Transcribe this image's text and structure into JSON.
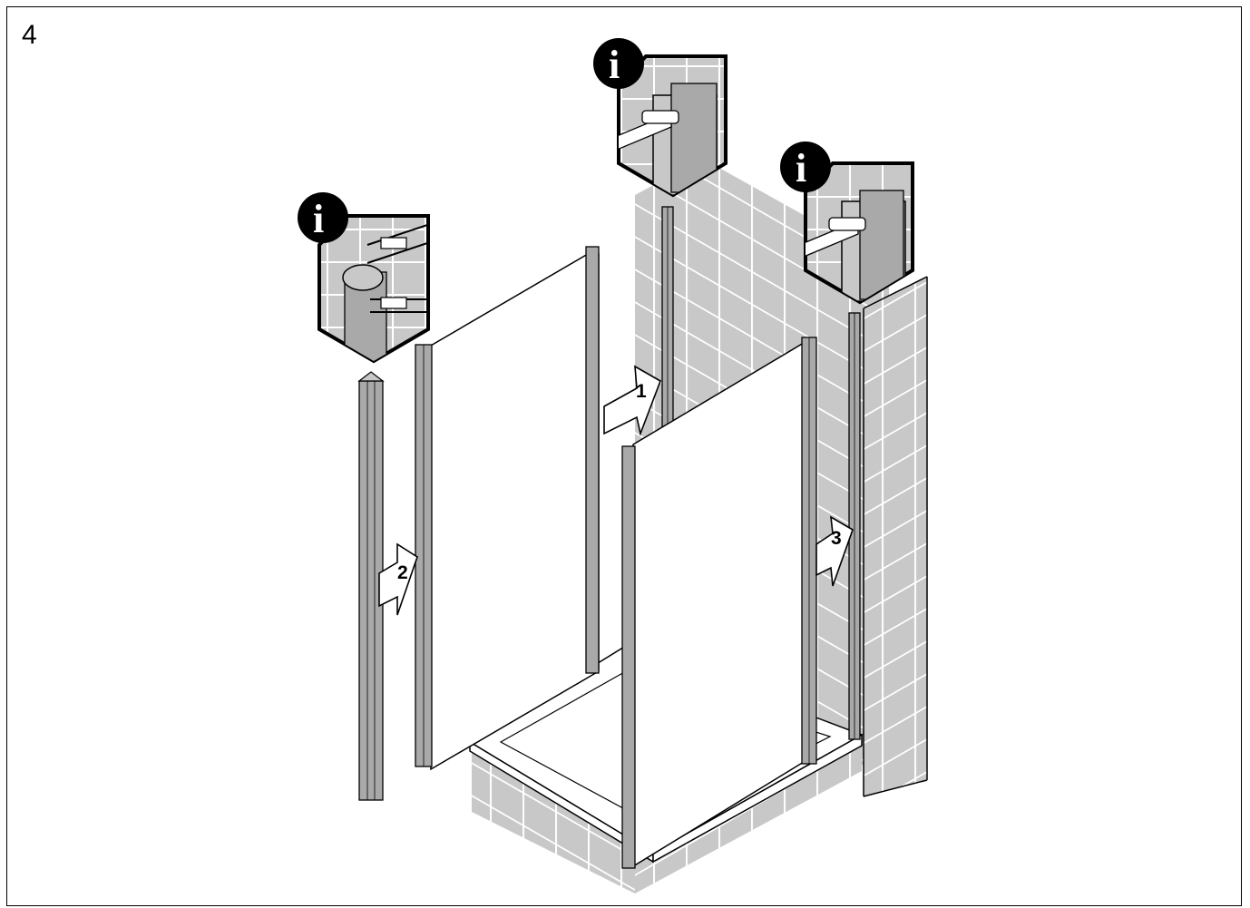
{
  "step_number": "4",
  "arrows": [
    {
      "id": "arrow-1",
      "label": "1"
    },
    {
      "id": "arrow-2",
      "label": "2"
    },
    {
      "id": "arrow-3",
      "label": "3"
    }
  ],
  "info_badges": [
    {
      "id": "info-left",
      "label": "i"
    },
    {
      "id": "info-center",
      "label": "i"
    },
    {
      "id": "info-right",
      "label": "i"
    }
  ],
  "colors": {
    "tile": "#c8c8c8",
    "profile": "#a9a9a9",
    "glass": "#ffffff",
    "line": "#000000"
  }
}
